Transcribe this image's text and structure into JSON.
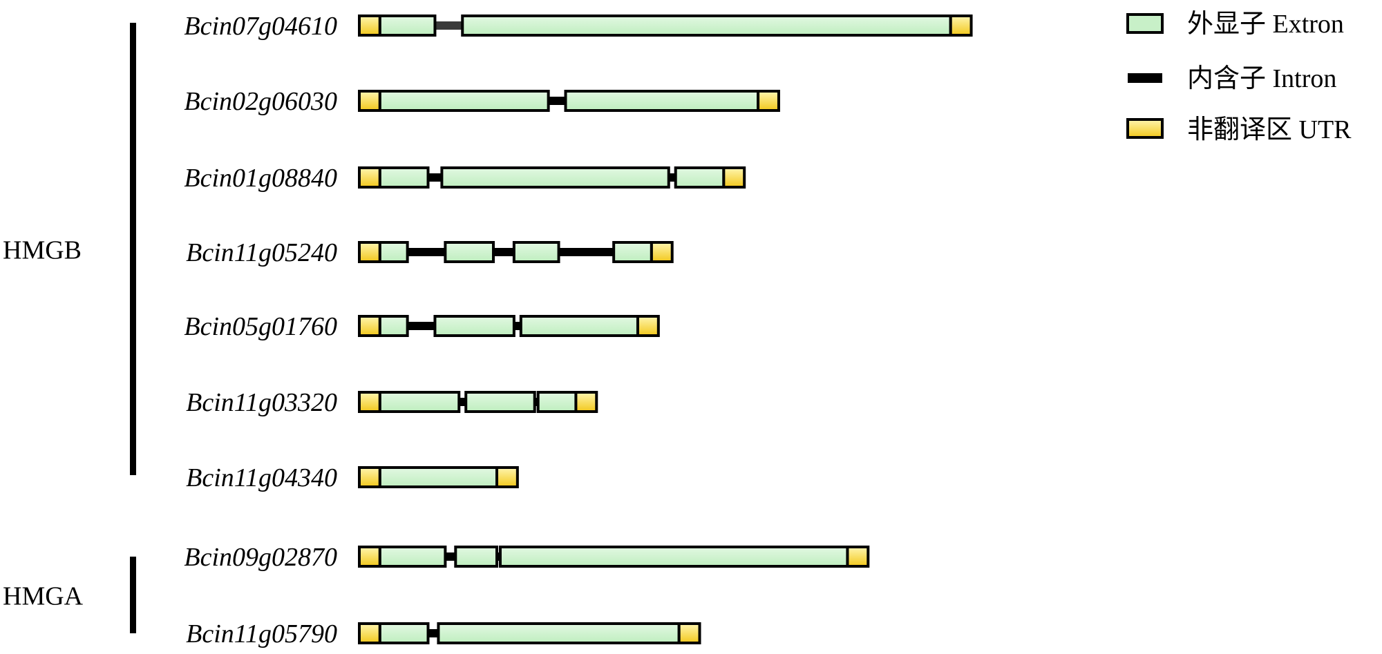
{
  "colors": {
    "exon": "#c8f0c8",
    "utr": "#f5d94a",
    "intron": "#000000",
    "outline": "#000000"
  },
  "legend": {
    "exon": {
      "label": "外显子 Extron"
    },
    "intron": {
      "label": "内含子 Intron"
    },
    "utr": {
      "label": "非翻译区 UTR"
    }
  },
  "groups": [
    {
      "label": "HMGB"
    },
    {
      "label": "HMGA"
    }
  ],
  "genes": [
    {
      "name": "Bcin07g04610",
      "group": "HMGB",
      "features": [
        {
          "type": "utr",
          "start": 0,
          "end": 3
        },
        {
          "type": "exon",
          "start": 3,
          "end": 11
        },
        {
          "type": "intron",
          "start": 11,
          "end": 15
        },
        {
          "type": "exon",
          "start": 15,
          "end": 86
        },
        {
          "type": "utr",
          "start": 86,
          "end": 89
        }
      ]
    },
    {
      "name": "Bcin02g06030",
      "group": "HMGB",
      "features": [
        {
          "type": "utr",
          "start": 0,
          "end": 3
        },
        {
          "type": "exon",
          "start": 3,
          "end": 27.5
        },
        {
          "type": "intron",
          "start": 27.5,
          "end": 30
        },
        {
          "type": "exon",
          "start": 30,
          "end": 58
        },
        {
          "type": "utr",
          "start": 58,
          "end": 61
        }
      ]
    },
    {
      "name": "Bcin01g08840",
      "group": "HMGB",
      "features": [
        {
          "type": "utr",
          "start": 0,
          "end": 3
        },
        {
          "type": "exon",
          "start": 3,
          "end": 10
        },
        {
          "type": "intron",
          "start": 10,
          "end": 12
        },
        {
          "type": "exon",
          "start": 12,
          "end": 45
        },
        {
          "type": "intron",
          "start": 45,
          "end": 46
        },
        {
          "type": "exon",
          "start": 46,
          "end": 53
        },
        {
          "type": "utr",
          "start": 53,
          "end": 56
        }
      ]
    },
    {
      "name": "Bcin11g05240",
      "group": "HMGB",
      "features": [
        {
          "type": "utr",
          "start": 0,
          "end": 3
        },
        {
          "type": "exon",
          "start": 3,
          "end": 7
        },
        {
          "type": "intron",
          "start": 7,
          "end": 12.5
        },
        {
          "type": "exon",
          "start": 12.5,
          "end": 19.5
        },
        {
          "type": "intron",
          "start": 19.5,
          "end": 22.5
        },
        {
          "type": "exon",
          "start": 22.5,
          "end": 29
        },
        {
          "type": "intron",
          "start": 29,
          "end": 37
        },
        {
          "type": "exon",
          "start": 37,
          "end": 42.5
        },
        {
          "type": "utr",
          "start": 42.5,
          "end": 45.5
        }
      ]
    },
    {
      "name": "Bcin05g01760",
      "group": "HMGB",
      "features": [
        {
          "type": "utr",
          "start": 0,
          "end": 3
        },
        {
          "type": "exon",
          "start": 3,
          "end": 7
        },
        {
          "type": "intron",
          "start": 7,
          "end": 11
        },
        {
          "type": "exon",
          "start": 11,
          "end": 22.5
        },
        {
          "type": "intron",
          "start": 22.5,
          "end": 23.5
        },
        {
          "type": "exon",
          "start": 23.5,
          "end": 40.5
        },
        {
          "type": "utr",
          "start": 40.5,
          "end": 43.5
        }
      ]
    },
    {
      "name": "Bcin11g03320",
      "group": "HMGB",
      "features": [
        {
          "type": "utr",
          "start": 0,
          "end": 3
        },
        {
          "type": "exon",
          "start": 3,
          "end": 14.5
        },
        {
          "type": "intron",
          "start": 14.5,
          "end": 15.5
        },
        {
          "type": "exon",
          "start": 15.5,
          "end": 25.5
        },
        {
          "type": "intron",
          "start": 25.5,
          "end": 26
        },
        {
          "type": "exon",
          "start": 26,
          "end": 31.5
        },
        {
          "type": "utr",
          "start": 31.5,
          "end": 34.5
        }
      ]
    },
    {
      "name": "Bcin11g04340",
      "group": "HMGB",
      "features": [
        {
          "type": "utr",
          "start": 0,
          "end": 3
        },
        {
          "type": "exon",
          "start": 3,
          "end": 20
        },
        {
          "type": "utr",
          "start": 20,
          "end": 23
        }
      ]
    },
    {
      "name": "Bcin09g02870",
      "group": "HMGA",
      "features": [
        {
          "type": "utr",
          "start": 0,
          "end": 3
        },
        {
          "type": "exon",
          "start": 3,
          "end": 12.5
        },
        {
          "type": "intron",
          "start": 12.5,
          "end": 14
        },
        {
          "type": "exon",
          "start": 14,
          "end": 20
        },
        {
          "type": "intron",
          "start": 20,
          "end": 20.5
        },
        {
          "type": "exon",
          "start": 20.5,
          "end": 71
        },
        {
          "type": "utr",
          "start": 71,
          "end": 74
        }
      ]
    },
    {
      "name": "Bcin11g05790",
      "group": "HMGA",
      "features": [
        {
          "type": "utr",
          "start": 0,
          "end": 3
        },
        {
          "type": "exon",
          "start": 3,
          "end": 10
        },
        {
          "type": "intron",
          "start": 10,
          "end": 11.5
        },
        {
          "type": "exon",
          "start": 11.5,
          "end": 46.5
        },
        {
          "type": "utr",
          "start": 46.5,
          "end": 49.5
        }
      ]
    }
  ]
}
